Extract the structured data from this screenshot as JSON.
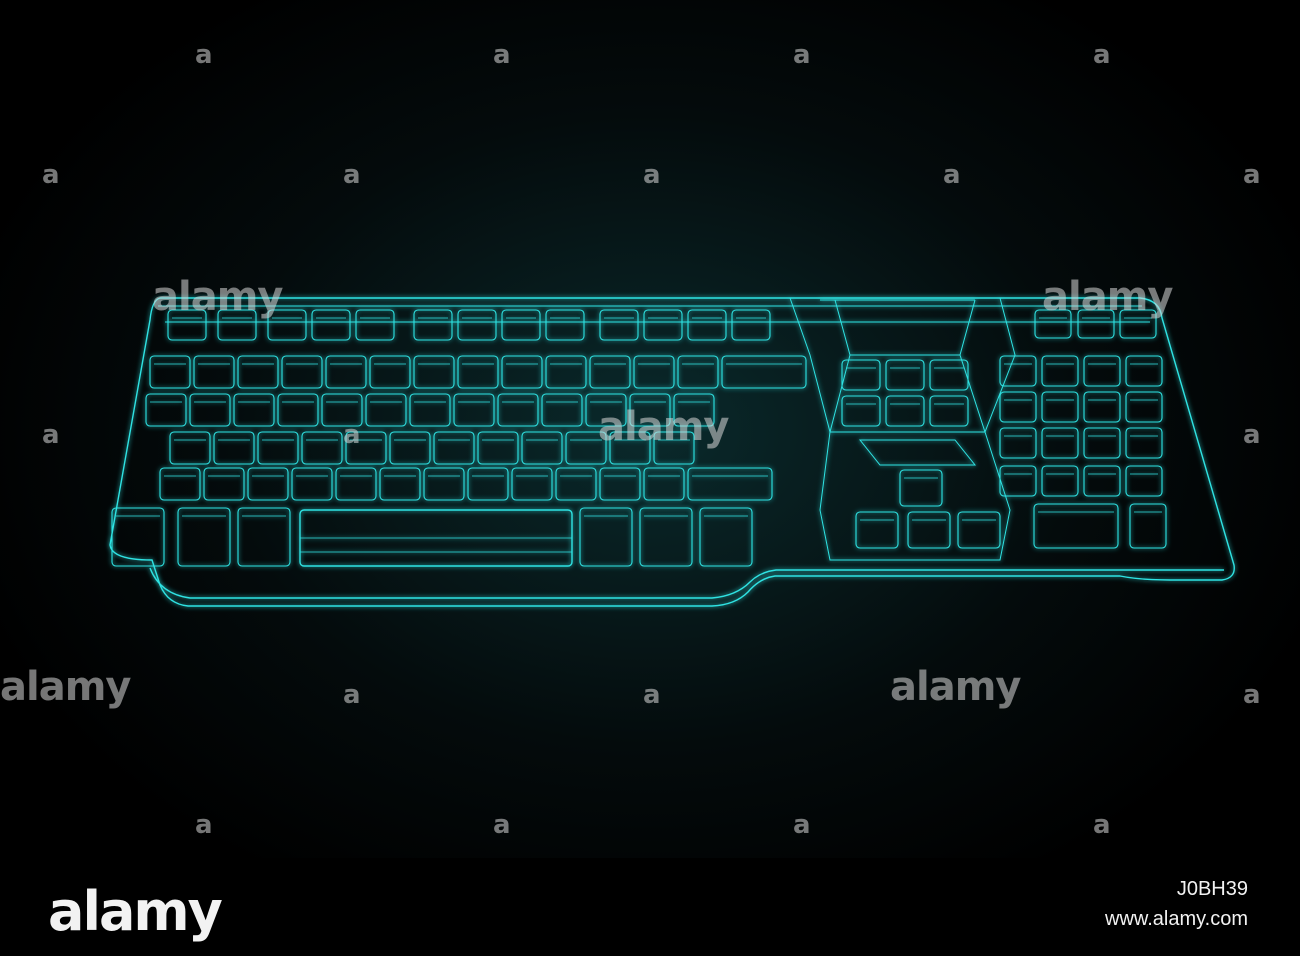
{
  "watermark": {
    "word": "alamy",
    "glyph": "a"
  },
  "footer": {
    "logo": "alamy",
    "image_id": "J0BH39",
    "site": "www.alamy.com"
  },
  "colors": {
    "background": "#000000",
    "wire": "#2fe3e3",
    "glow": "#0a7f86"
  },
  "subject": {
    "icon": "keyboard-wireframe-icon"
  }
}
